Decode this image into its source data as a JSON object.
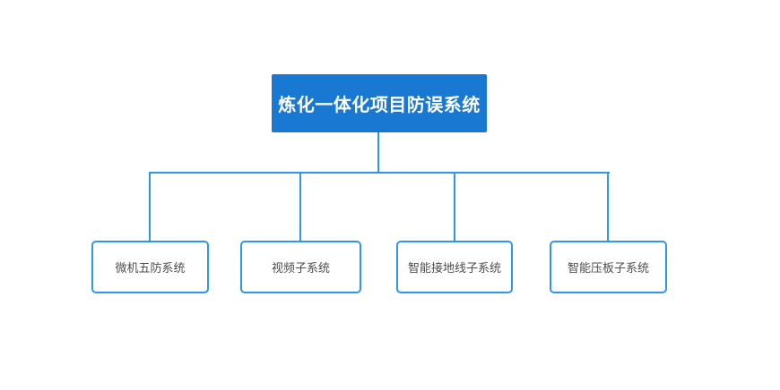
{
  "page": {
    "background": "#ffffff"
  },
  "diagram": {
    "type": "org-chart-tree",
    "root": {
      "label": "炼化一体化项目防误系统",
      "fill": "#1878D2",
      "text_color": "#ffffff"
    },
    "children": [
      {
        "label": "微机五防系统"
      },
      {
        "label": "视频子系统"
      },
      {
        "label": "智能接地线子系统"
      },
      {
        "label": "智能压板子系统"
      }
    ],
    "child_style": {
      "fill": "#ffffff",
      "border_color": "#2E96EC",
      "text_color": "#4D4D4D"
    },
    "connector_color": "#2E96EC"
  }
}
